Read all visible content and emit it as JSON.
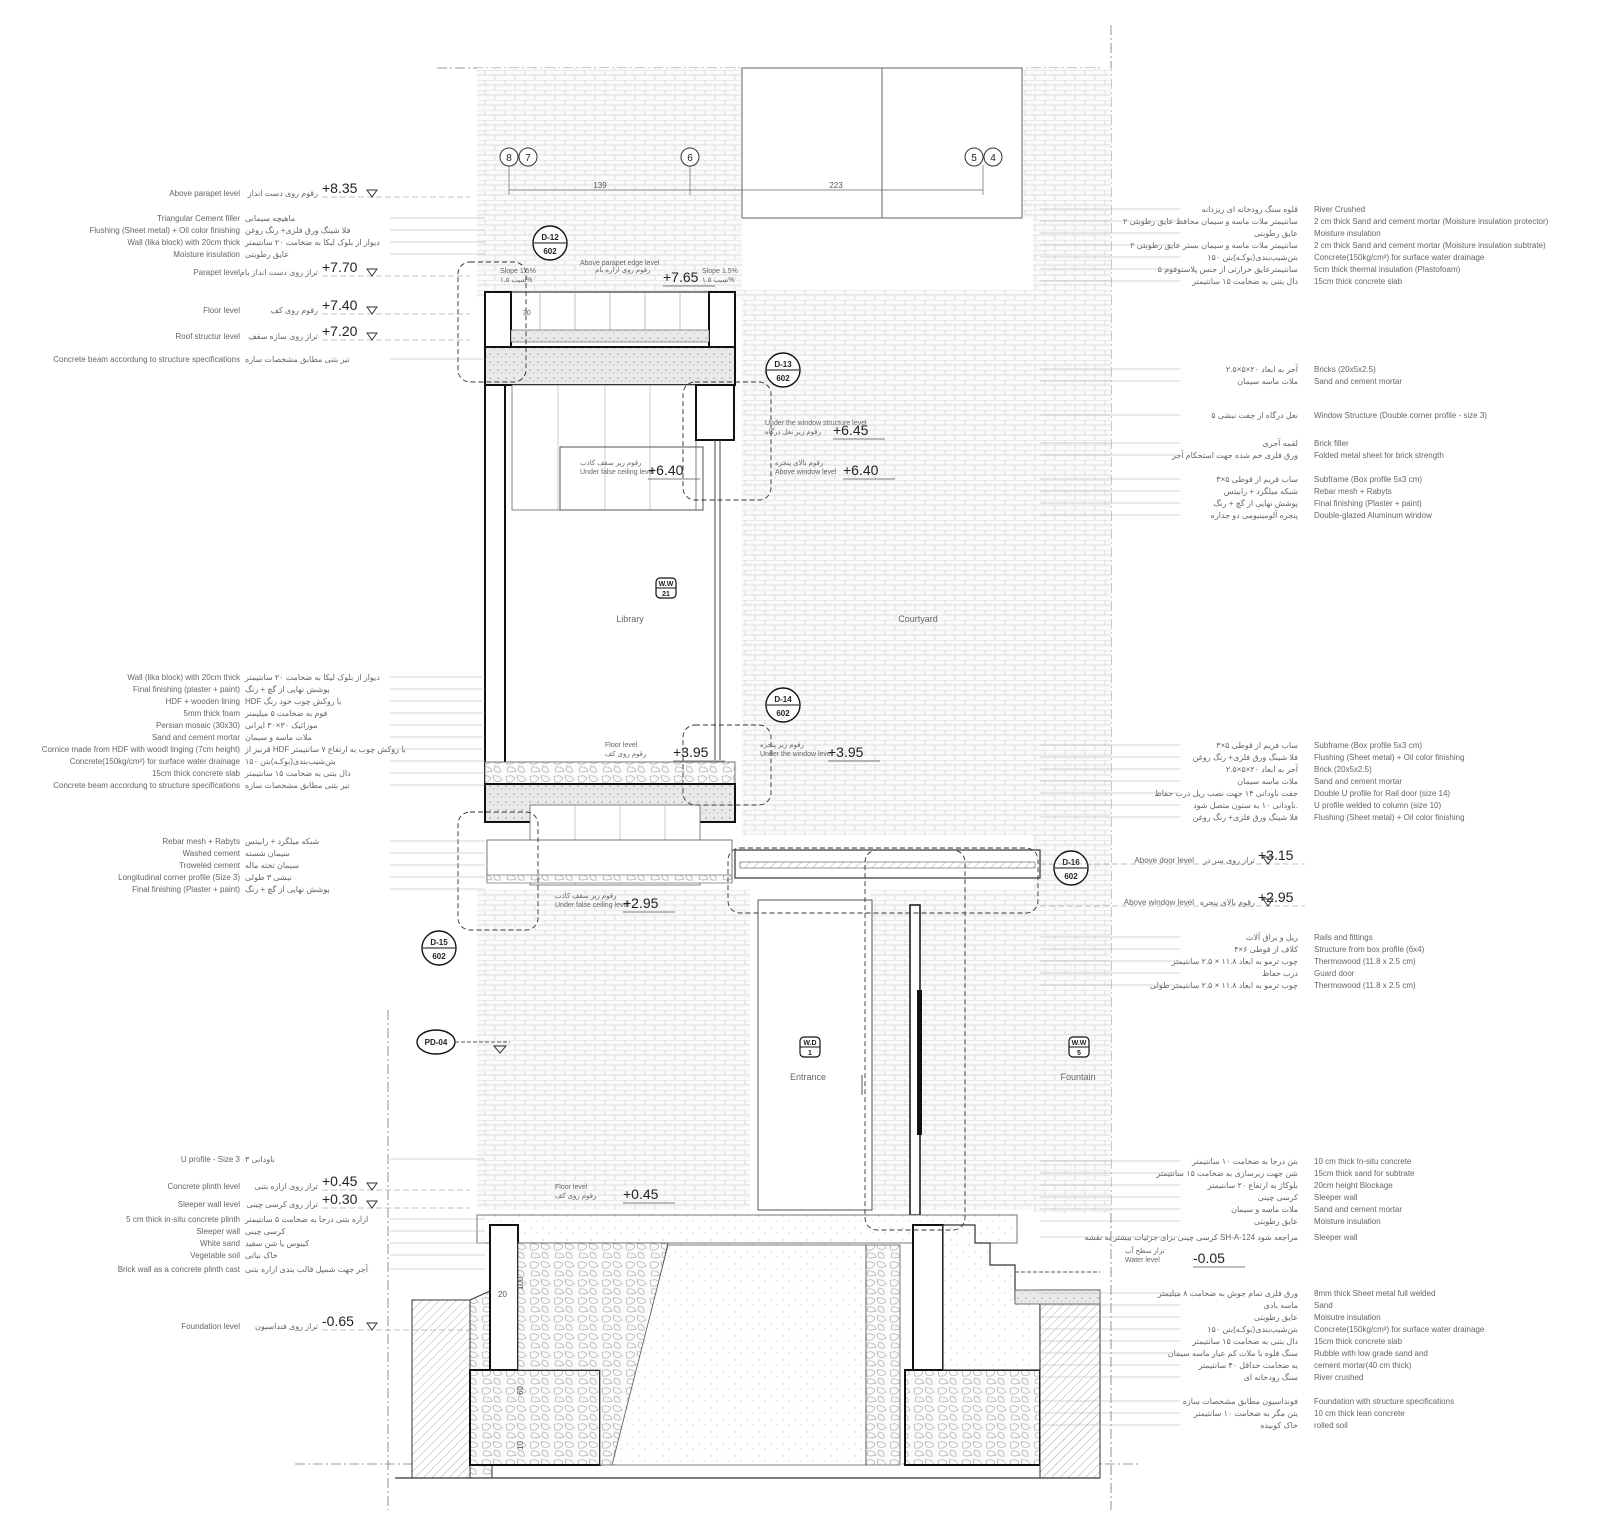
{
  "grid_axes": [
    "8",
    "7",
    "6",
    "5",
    "4"
  ],
  "dims": {
    "d1": "139",
    "d2": "223"
  },
  "rooms": {
    "library": "Library",
    "courtyard": "Courtyard",
    "entrance": "Entrance",
    "fountain": "Fountain"
  },
  "window_tags": [
    {
      "id": "ww21",
      "top": "W.W",
      "num": "21"
    },
    {
      "id": "wd1",
      "top": "W.D",
      "num": "1"
    },
    {
      "id": "ww5",
      "top": "W.W",
      "num": "5"
    }
  ],
  "detail_tags": [
    {
      "id": "d12",
      "top": "D-12",
      "num": "602"
    },
    {
      "id": "d13",
      "top": "D-13",
      "num": "602"
    },
    {
      "id": "d14",
      "top": "D-14",
      "num": "602"
    },
    {
      "id": "d15",
      "top": "D-15",
      "num": "602"
    },
    {
      "id": "d16",
      "top": "D-16",
      "num": "602"
    }
  ],
  "section_tag": "PD-04",
  "left_levels": [
    {
      "en": "Above parapet level",
      "fa": "رقوم روی دست انداز",
      "v": "+8.35"
    },
    {
      "en": "Parapet level",
      "fa": "تراز روی دست انداز بام",
      "v": "+7.70"
    },
    {
      "en": "Floor level",
      "fa": "رقوم روی کف",
      "v": "+7.40"
    },
    {
      "en": "Roof structur level",
      "fa": "تراز روی سازه سقف",
      "v": "+7.20"
    },
    {
      "en": "Concrete plinth level",
      "fa": "تراز روی ازاره بتنی",
      "v": "+0.45"
    },
    {
      "en": "Sleeper wall level",
      "fa": "تراز روی کرسی چینی",
      "v": "+0.30"
    },
    {
      "en": "Foundation level",
      "fa": "تراز روی فنداسیون",
      "v": "-0.65"
    }
  ],
  "left_labels": [
    {
      "en": "Triangular Cement filler",
      "fa": "ماهیچه سیمانی"
    },
    {
      "en": "Flushing (Sheet metal) + Oil color finishing",
      "fa": "فلا شینگ ورق فلزی+ رنگ روغن"
    },
    {
      "en": "Wall (lika block) with 20cm thick",
      "fa": "دیوار از بلوک لیکا به ضخامت ۲۰ سانتیمتر"
    },
    {
      "en": "Moisture insulation",
      "fa": "عایق رطوبتی"
    },
    {
      "en": "Concrete beam accordung to structure specifications",
      "fa": "تیر بتنی مطابق مشخصات سازه"
    },
    {
      "en": "Wall (lika block) with 20cm thick",
      "fa": "دیوار از بلوک لیکا به ضخامت ۲۰ سانتیمتر"
    },
    {
      "en": "Final finishing (plaster + paint)",
      "fa": "پوشش نهایی از گچ + رنگ"
    },
    {
      "en": "HDF + wooden lining",
      "fa": "HDF با روکش چوب خود رنگ"
    },
    {
      "en": "5mm thick foam",
      "fa": "فوم به ضخامت ۵ میلیمتر"
    },
    {
      "en": "Persian mosaic (30x30)",
      "fa": "موزائیک ۳۰×۳۰ ایرانی"
    },
    {
      "en": "Sand and cement mortar",
      "fa": "ملات ماسه و سیمان"
    },
    {
      "en": "Cornice made from HDF with woodl linging (7cm height)",
      "fa": "قرنیز از HDF با روکش چوب به ارتفاع ۷ سانتیمتر"
    },
    {
      "en": "Concrete(150kg/cm²) for surface water drainage",
      "fa": "بتن‌شیب‌بندی(بوکـه)بتن ۱۵۰"
    },
    {
      "en": "15cm thick concrete slab",
      "fa": "دال بتنی به ضخامت ۱۵ سانتیمتر"
    },
    {
      "en": "Concrete beam accordung to structure specifications",
      "fa": "تیر بتنی مطابق مشخصات سازه"
    },
    {
      "en": "Rebar mesh + Rabyts",
      "fa": "شبکه میلگرد + رابیتس"
    },
    {
      "en": "Washed cement",
      "fa": "سیمان شسته"
    },
    {
      "en": "Troweled cement",
      "fa": "سیمان تخته ماله"
    },
    {
      "en": "Longitudinal corner profile (Size 3)",
      "fa": "نبشی ۳ طولی"
    },
    {
      "en": "Final finishing (Plaster + paint)",
      "fa": "پوشش نهایی از گچ + رنگ"
    },
    {
      "en": "U profile - Size 3",
      "fa": "ناودانی ۳"
    },
    {
      "en": "5 cm thick in-situ concrete plinth",
      "fa": "ازاره بتنی درجا به ضخامت ۵ سانتیمتر"
    },
    {
      "en": "Sleeper wall",
      "fa": "کرسی چینی"
    },
    {
      "en": "White sand",
      "fa": "کیبوس یا شن سفید"
    },
    {
      "en": "Vegetable soil",
      "fa": "خاک نباتی"
    },
    {
      "en": "Brick wall as a concrete plinth cast",
      "fa": "آجر جهت شمپل قالب بندی ازاره بتنی"
    }
  ],
  "right_labels": [
    {
      "fa": "قلوه سنگ رودخانه ای ریزدانه",
      "en": "River Crushed"
    },
    {
      "fa": "۲ سانتیمتر ملات ماسه و سیمان محافظ عایق رطوبتی",
      "en": "2 cm thick Sand and cement mortar (Moisture insulation protector)"
    },
    {
      "fa": "عایق رطوبتی",
      "en": "Moisture insulation"
    },
    {
      "fa": "۲ سانتیمتر ملات ماسه و سیمان بستر عایق رطوبتی",
      "en": "2 cm thick Sand and cement mortar (Moisture insulation subtrate)"
    },
    {
      "fa": "بتن‌شیب‌بندی(بوکـه)بتن ۱۵۰",
      "en": "Concrete(150kg/cm²) for surface water drainage"
    },
    {
      "fa": "۵ سانتیمترعایق حرارتی از جنس پلاستوفوم",
      "en": "5cm thick thermal insulation (Plastofoam)"
    },
    {
      "fa": "دال بتنی به ضخامت ۱۵ سانتیمتر",
      "en": "15cm thick concrete slab"
    },
    {
      "fa": "آجر به ابعاد ۲۰×۵×۲.۵",
      "en": "Bricks (20x5x2.5)"
    },
    {
      "fa": "ملات ماسه سیمان",
      "en": "Sand and cement mortar"
    },
    {
      "fa": "نعل درگاه از جفت نبشی ۵",
      "en": "Window Structure (Double corner profile - size 3)"
    },
    {
      "fa": "لقمه آجری",
      "en": "Brick filler"
    },
    {
      "fa": "ورق فلزی خم شده جهت استحکام آجر",
      "en": "Folded metal sheet for brick strength"
    },
    {
      "fa": "ساب فریم از قوطی ۵×۳",
      "en": "Subframe (Box profile 5x3 cm)"
    },
    {
      "fa": "شبکه میلگرد + رابیتس",
      "en": "Rebar mesh + Rabyts"
    },
    {
      "fa": "پوشش نهایی از گچ + رنگ",
      "en": "Final finishing (Plaster + paint)"
    },
    {
      "fa": "پنجره آلومینیومی دو جداره",
      "en": "Double-glazed Aluminum window"
    },
    {
      "fa": "ساب فریم از قوطی ۵×۳",
      "en": "Subframe (Box profile 5x3 cm)"
    },
    {
      "fa": "فلا شینگ ورق فلزی+ رنگ روغن",
      "en": "Flushing (Sheet metal) + Oil color finishing"
    },
    {
      "fa": "آجر به ابعاد ۲۰×۵×۲.۵",
      "en": "Brick (20x5x2.5)"
    },
    {
      "fa": "ملات ماسه سیمان",
      "en": "Sand and cement mortar"
    },
    {
      "fa": "جفت ناودانی ۱۴ جهت نصب ریل درب حفاظ",
      "en": "Double U profile for Rail door (size 14)"
    },
    {
      "fa": "ناودانی ۱۰ به ستون متصل شود.",
      "en": "U profile welded to column (size 10)"
    },
    {
      "fa": "فلا شینگ ورق فلزی+ رنگ روغن",
      "en": "Flushing (Sheet metal) + Oil color finishing"
    },
    {
      "fa": "ریل و یراق آلات",
      "en": "Rails and fittings"
    },
    {
      "fa": "کلاف از قوطی ۶×۴",
      "en": "Structure from box profile (6x4)"
    },
    {
      "fa": "چوب ترمو به ابعاد ۱۱.۸ × ۲.۵ سانتیمتر",
      "en": "Thermowood (11.8 x 2.5 cm)"
    },
    {
      "fa": "درب حفاظ",
      "en": "Guard door"
    },
    {
      "fa": "چوب ترمو به ابعاد ۱۱.۸ × ۲.۵ سانتیمتر طولی",
      "en": "Thermowood (11.8 x 2.5 cm)"
    },
    {
      "fa": "بتن درجا به ضخامت ۱۰ سانتیمتر",
      "en": "10 cm thick In-situ concrete"
    },
    {
      "fa": "شن جهت زیرسازی به ضخامت ۱۵ سانتیمتر",
      "en": "15cm thick sand for subtrate"
    },
    {
      "fa": "بلوکاژ به ارتفاع ۲۰ سانتیمتر",
      "en": "20cm height Blockage"
    },
    {
      "fa": "کرسی چینی",
      "en": "Sleeper wall"
    },
    {
      "fa": "ملات ماسه و سیمان",
      "en": "Sand and cement mortar"
    },
    {
      "fa": "عایق رطوبتی",
      "en": "Moisture insulation"
    },
    {
      "fa": "کرسی چینی برای جزئیات بیشتر به نقشه SH-A-124 مراجعه شود",
      "en": "Sleeper wall"
    },
    {
      "fa": "ورق فلزی تمام جوش به ضخامت ۸ میلیمتر",
      "en": "8mm thick Sheet metal full welded"
    },
    {
      "fa": "ماسه بادی",
      "en": "Sand"
    },
    {
      "fa": "عایق رطوبتی",
      "en": "Moisutre insulation"
    },
    {
      "fa": "بتن‌شیب‌بندی(بوکـه)بتن ۱۵۰",
      "en": "Concrete(150kg/cm²) for surface water drainage"
    },
    {
      "fa": "دال بتنی به ضخامت ۱۵ سانتیمتر",
      "en": "15cm thick concrete slab"
    },
    {
      "fa": "سنگ قلوه با ملات کم عیار ماسه سیمان",
      "en": "Rubble with low grade sand and"
    },
    {
      "fa": "به ضخامت حداقل ۴۰ سانتیمتر",
      "en": "cement mortar(40 cm thick)"
    },
    {
      "fa": "سنگ رودخانه ای",
      "en": "River crushed"
    },
    {
      "fa": "فونداسیون مطابق مشخصات سازه",
      "en": "Foundation with structure specifications"
    },
    {
      "fa": "بتن مگر به ضخامت ۱۰ سانتیمتر",
      "en": "10 cm thick lean concrete"
    },
    {
      "fa": "خاک کوبیده",
      "en": "rolled soil"
    }
  ],
  "right_levels": [
    {
      "en": "Above door level",
      "fa": "تراز روی سر در",
      "v": "+3.15"
    },
    {
      "en": "Above window level",
      "fa": "رقوم بالای پنجره",
      "v": "+2.95"
    }
  ],
  "inner_levels": [
    {
      "id": "l765",
      "t1": "رقوم روی ازاره بام",
      "v": "+7.65"
    },
    {
      "id": "l645",
      "t1": "Under the window structure level",
      "t2": "رقوم زیر نعل درگاه",
      "v": "+6.45"
    },
    {
      "id": "l640a",
      "t1": "رقوم زیر سقف کاذب",
      "t2": "Under false ceiling level",
      "v": "+6.40"
    },
    {
      "id": "l640b",
      "t1": "رقوم بالای پنجره",
      "t2": "Above window level",
      "v": "+6.40"
    },
    {
      "id": "l395a",
      "t1": "Floor level",
      "t2": "رقوم روی کف",
      "v": "+3.95"
    },
    {
      "id": "l395b",
      "t1": "رقوم زیر پنجره",
      "t2": "Under the window level",
      "v": "+3.95"
    },
    {
      "id": "l295",
      "t1": "رقوم زیر سقف کاذب",
      "t2": "Under false ceiling level",
      "v": "+2.95"
    },
    {
      "id": "l045",
      "t1": "Floor level",
      "t2": "رقوم روی کف",
      "v": "+0.45"
    },
    {
      "id": "l005",
      "t1": "تراز سطح آب",
      "t2": "Water level",
      "v": "-0.05"
    }
  ],
  "misc": {
    "slope_l": "Slope 1.5%",
    "slope_l_fa": "شیب ۱.۵%",
    "slope_r": "Slope 1.5%",
    "slope_r_fa": "شیب ۱.۵%",
    "parapet_edge": "Above parapet edge level",
    "dim30": "30",
    "dim20": "20",
    "dim100": "100",
    "dim60": "60",
    "dim10": "10"
  }
}
